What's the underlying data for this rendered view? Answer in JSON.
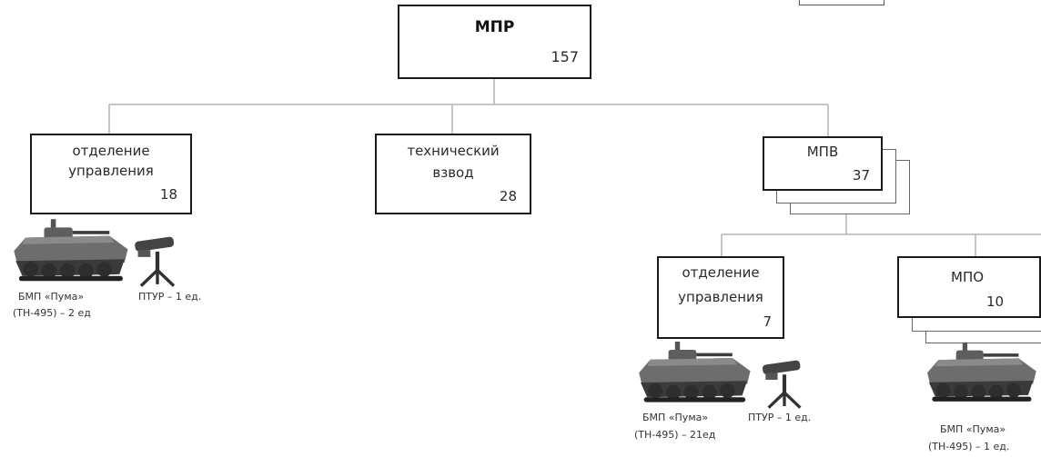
{
  "root": {
    "title": "МПР",
    "count": "157"
  },
  "branches": {
    "hq": {
      "line1": "отделение",
      "line2": "управления",
      "count": "18"
    },
    "tech": {
      "line1": "технический",
      "line2": "взвод",
      "count": "28"
    },
    "platoon": {
      "title": "МПВ",
      "count": "37"
    }
  },
  "platoon_children": {
    "hq": {
      "line1": "отделение",
      "line2": "управления",
      "count": "7"
    },
    "squad": {
      "title": "МПО",
      "count": "10"
    }
  },
  "equipment": {
    "hq_top": {
      "bmp_line1": "БМП «Пума»",
      "bmp_line2": "(ТН-495) – 2 ед",
      "atgm": "ПТУР – 1 ед."
    },
    "hq_bottom": {
      "bmp_line1": "БМП «Пума»",
      "bmp_line2": "(ТН-495) – 21ед",
      "atgm": "ПТУР – 1 ед."
    },
    "squad": {
      "bmp_line1": "БМП «Пума»",
      "bmp_line2": "(ТН-495) – 1 ед."
    }
  },
  "colors": {
    "box_border": "#1a1a1a",
    "connector": "#b3b3b3",
    "vehicle": "#4a4a4a"
  },
  "icons": [
    "tank-icon",
    "atgm-launcher-icon"
  ]
}
